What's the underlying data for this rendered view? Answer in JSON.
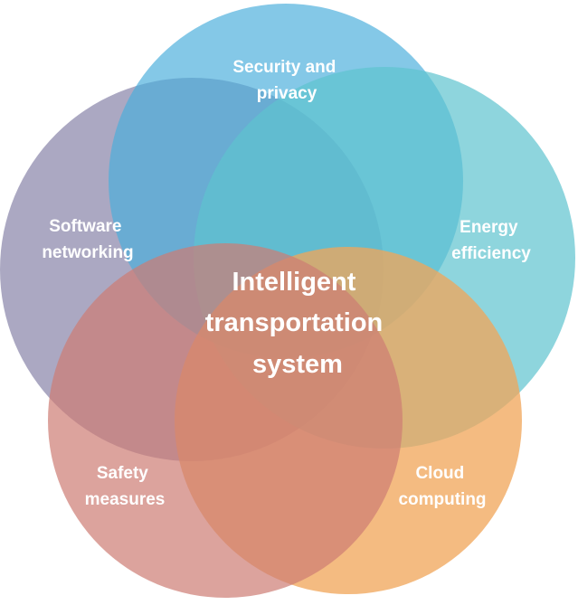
{
  "diagram": {
    "center": {
      "lines": [
        "Intelligent",
        "transportation",
        "system"
      ]
    },
    "petals": [
      {
        "id": "security",
        "lines": [
          "Security and",
          "privacy"
        ],
        "color": "#4aaedb"
      },
      {
        "id": "energy",
        "lines": [
          "Energy",
          "efficiency"
        ],
        "color": "#5ec3cf"
      },
      {
        "id": "cloud",
        "lines": [
          "Cloud",
          "computing"
        ],
        "color": "#f0a65a"
      },
      {
        "id": "safety",
        "lines": [
          "Safety",
          "measures"
        ],
        "color": "#cd7c73"
      },
      {
        "id": "software",
        "lines": [
          "Software",
          "networking"
        ],
        "color": "#8b87aa"
      }
    ]
  }
}
